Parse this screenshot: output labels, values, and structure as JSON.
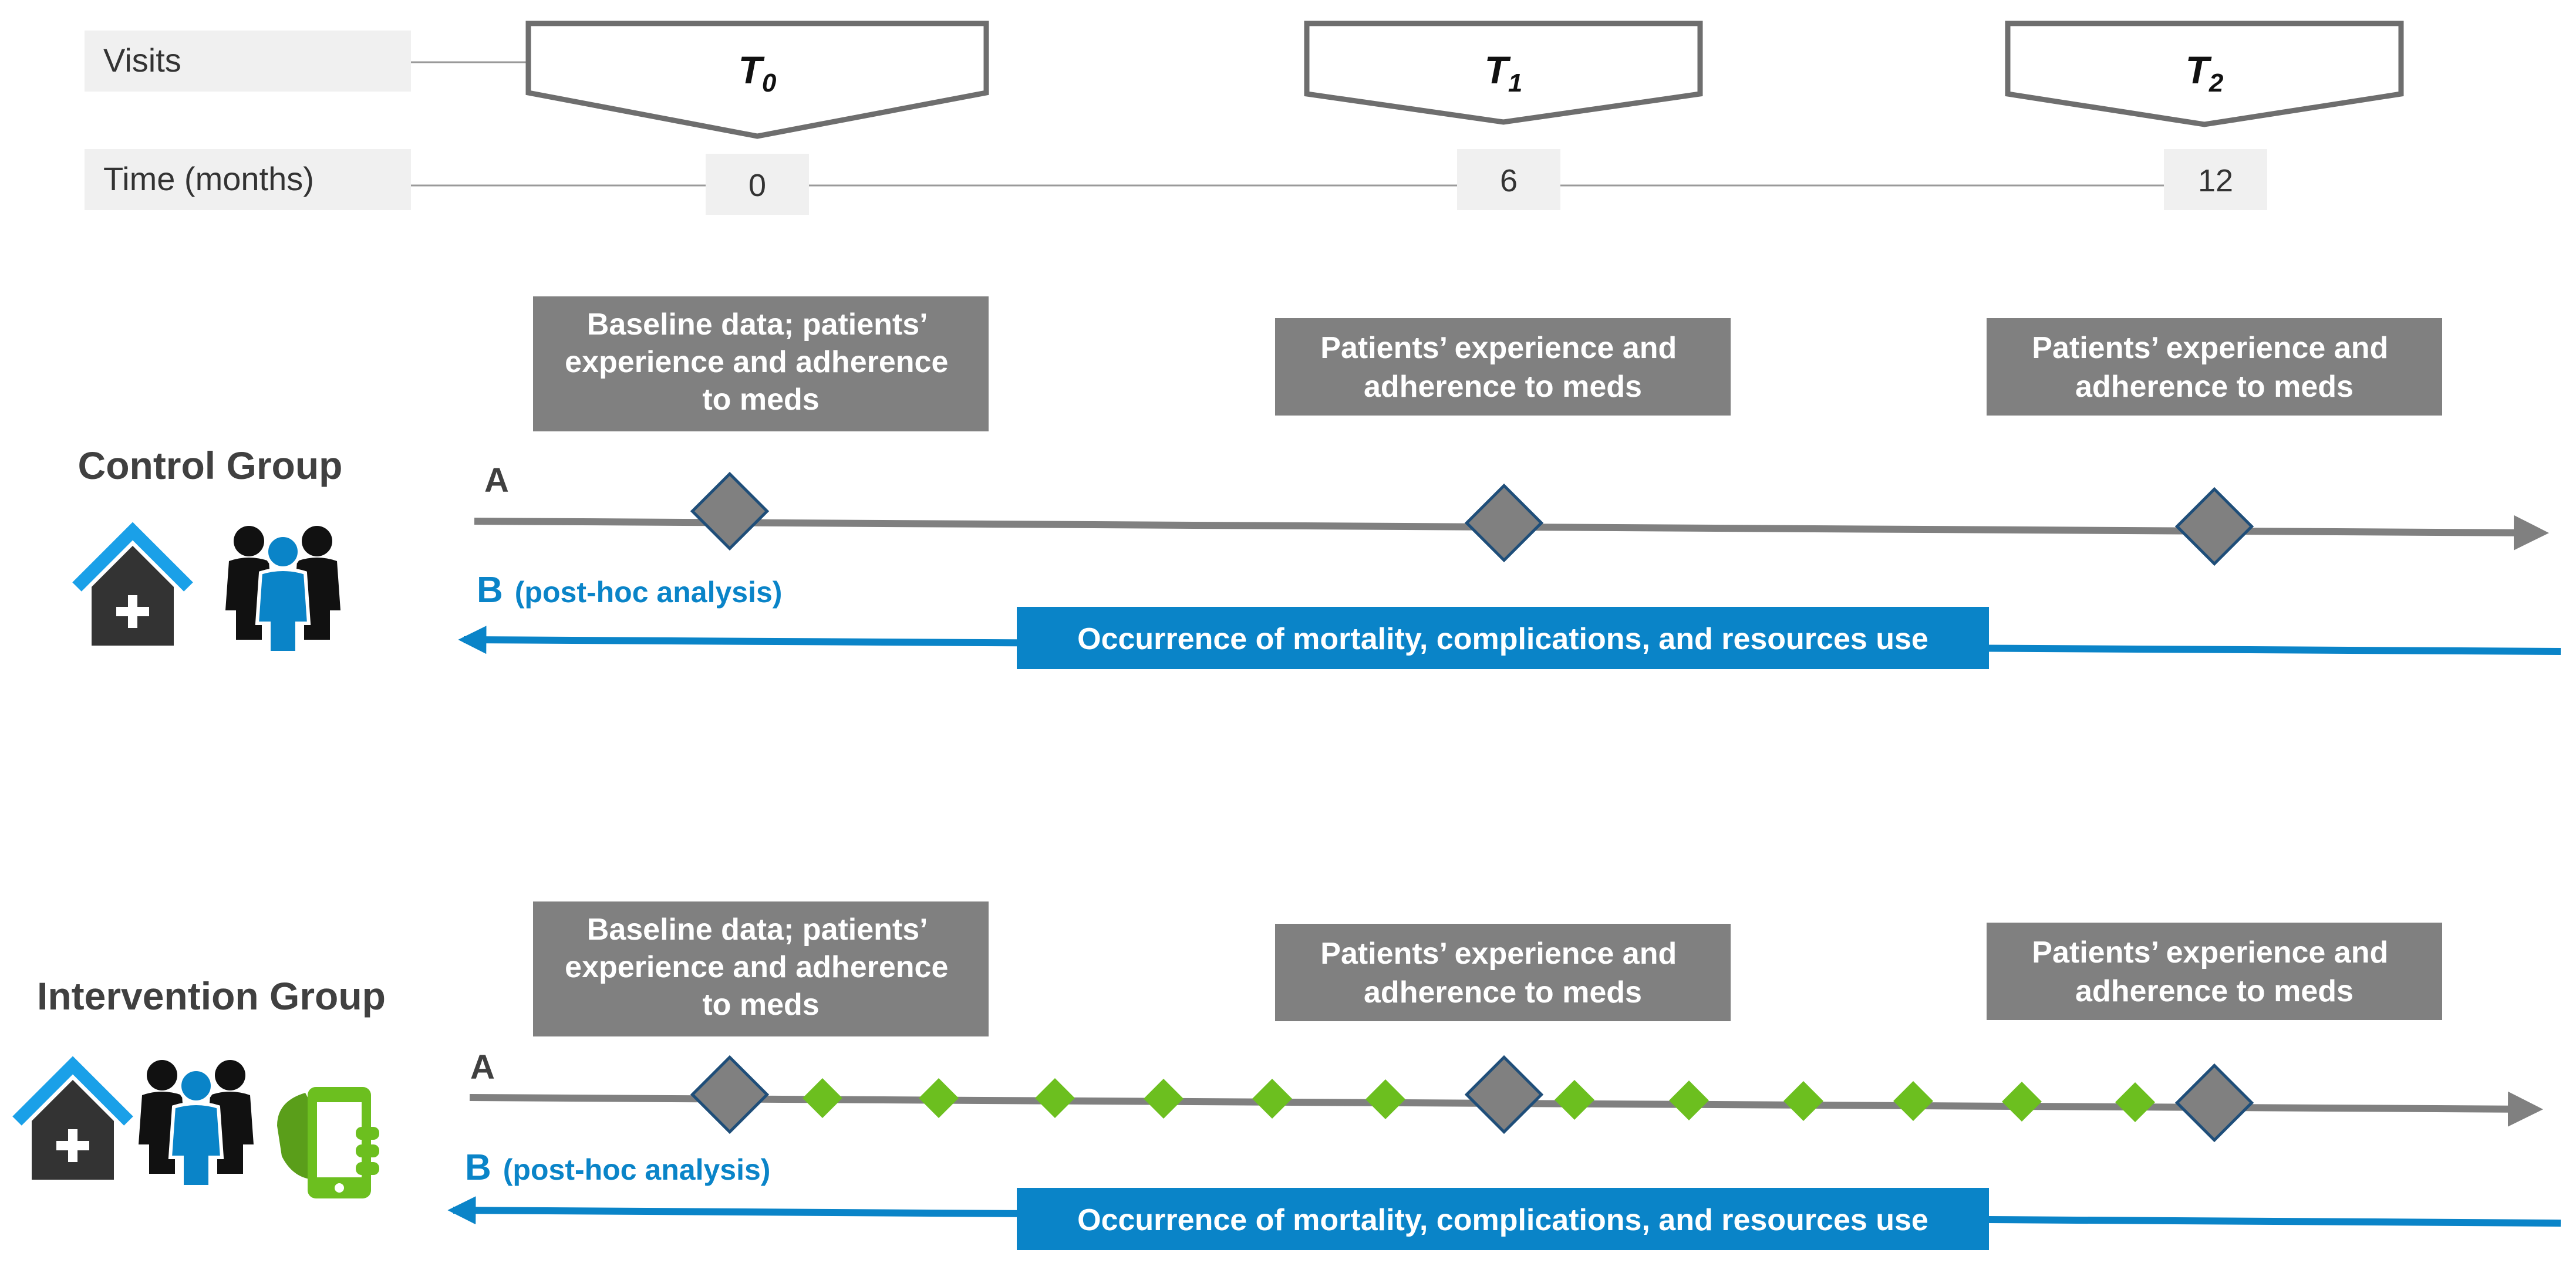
{
  "header": {
    "visits_label": "Visits",
    "time_label": "Time (months)",
    "visits": [
      {
        "letter": "T",
        "sub": "0",
        "month": "0"
      },
      {
        "letter": "T",
        "sub": "1",
        "month": "6"
      },
      {
        "letter": "T",
        "sub": "2",
        "month": "12"
      }
    ]
  },
  "groups": [
    {
      "title": "Control Group",
      "boxes": [
        [
          "Baseline data; patients’",
          "experience and adherence",
          "to meds"
        ],
        [
          "Patients’ experience and",
          "adherence to meds"
        ],
        [
          "Patients’ experience and",
          "adherence to meds"
        ]
      ],
      "label_a": "A",
      "label_b": "B",
      "posthoc": "(post-hoc analysis)",
      "outcome": "Occurrence of mortality, complications, and resources use",
      "icons": [
        "hospital-icon",
        "patients-icon"
      ]
    },
    {
      "title": "Intervention Group",
      "boxes": [
        [
          "Baseline data; patients’",
          "experience and adherence",
          "to meds"
        ],
        [
          "Patients’ experience and",
          "adherence to meds"
        ],
        [
          "Patients’ experience and",
          "adherence to meds"
        ]
      ],
      "label_a": "A",
      "label_b": "B",
      "posthoc": "(post-hoc analysis)",
      "outcome": "Occurrence of mortality, complications, and resources use",
      "icons": [
        "hospital-icon",
        "patients-icon",
        "smartphone-hand-icon"
      ]
    }
  ],
  "colors": {
    "grey_box": "#808080",
    "timeline": "#808080",
    "accent_blue": "#0a84c8",
    "green_marker": "#6cbf1f",
    "diamond_outline": "#1f4e79"
  }
}
